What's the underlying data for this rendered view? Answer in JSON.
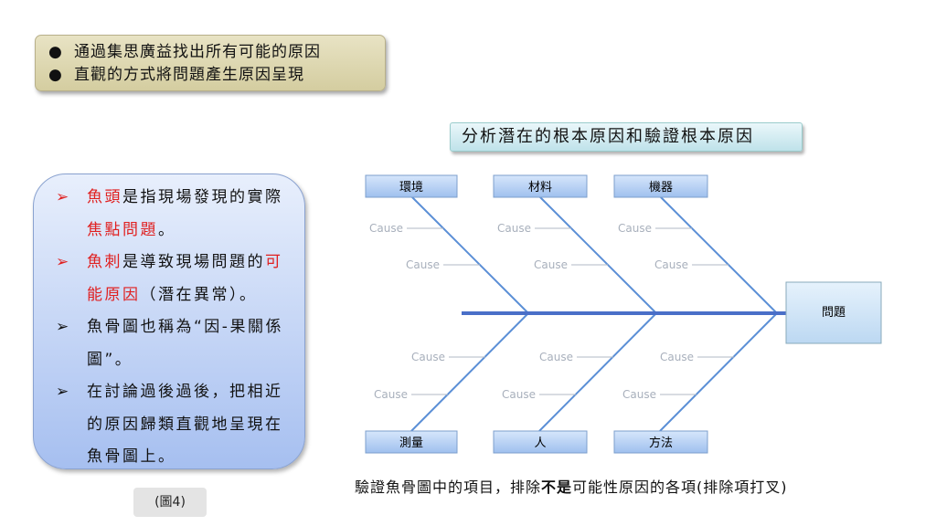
{
  "summary_box": {
    "bullets": [
      "通過集思廣益找出所有可能的原因",
      "直觀的方式將問題產生原因呈現"
    ]
  },
  "explain_box": {
    "items": [
      {
        "parts": [
          {
            "text": "魚頭",
            "red": true
          },
          {
            "text": "是指現場發現的實際"
          },
          {
            "text": "焦點問題",
            "red": true
          },
          {
            "text": "。"
          }
        ],
        "arrow_red": true
      },
      {
        "parts": [
          {
            "text": "魚刺",
            "red": true
          },
          {
            "text": "是導致現場問題的"
          },
          {
            "text": "可能原因",
            "red": true
          },
          {
            "text": "（潛在異常）。"
          }
        ],
        "arrow_red": true
      },
      {
        "parts": [
          {
            "text": "魚骨圖也稱為“因-果關係圖”。"
          }
        ],
        "arrow_red": false
      },
      {
        "parts": [
          {
            "text": "在討論過後過後，把相近的原因歸類直觀地呈現在魚骨圖上。"
          }
        ],
        "arrow_red": false
      }
    ]
  },
  "figure_label": "(圖4)",
  "diagram": {
    "title": "分析潛在的根本原因和驗證根本原因",
    "top_categories": [
      "環境",
      "材料",
      "機器"
    ],
    "bottom_categories": [
      "測量",
      "人",
      "方法"
    ],
    "problem": "問題",
    "cause_label": "Cause"
  },
  "caption": {
    "before": "驗證魚骨圖中的項目，排除",
    "bold": "不是",
    "after": "可能性原因的各項(排除項打叉)"
  },
  "colors": {
    "red": "#e02020",
    "bone": "#5b8fd6",
    "spine": "#4a6fc8"
  }
}
